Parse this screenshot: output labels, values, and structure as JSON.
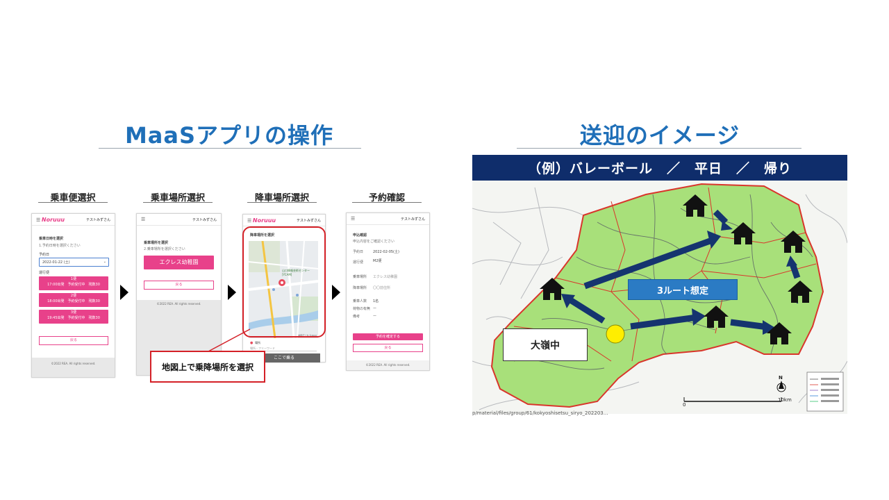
{
  "left": {
    "title": "MaaSアプリの操作",
    "steps": [
      {
        "label": "乗車便選択"
      },
      {
        "label": "乗車場所選択"
      },
      {
        "label": "降車場所選択"
      },
      {
        "label": "予約確認"
      }
    ],
    "callout": "地図上で乗降場所を選択",
    "phone1": {
      "logo": "Noruuu",
      "user": "テストみずさん",
      "heading": "乗車日時を選択",
      "hint": "1.予約日時を選択ください",
      "date_label": "予約日",
      "date_value": "2022-01-22 (土)",
      "bins_label": "運行便",
      "bins": [
        {
          "name": "1便",
          "detail": "17:00出発　予約受付中　残数30"
        },
        {
          "name": "2便",
          "detail": "18:00出発　予約受付中　残数30"
        },
        {
          "name": "3便",
          "detail": "19:45出発　予約受付中　残数30"
        }
      ],
      "back": "戻る",
      "footer": "©2022 REA. All rights reserved."
    },
    "phone2": {
      "user": "テストみずさん",
      "heading": "乗車場所を選択",
      "hint": "2.乗車場所を選択ください",
      "stop_button": "エクレス幼稚園",
      "back": "戻る",
      "footer": "©2022 REA. All rights reserved."
    },
    "phone3": {
      "logo": "Noruuu",
      "user": "テストみずさん",
      "heading": "降車場所を選択",
      "poi": "山口情報芸術センター[YCAM]",
      "map_credit": "地図データ ©2022",
      "place_label": "場所",
      "place": "場所・フリーワード",
      "confirm": "ここで乗る"
    },
    "phone4": {
      "user": "テストみずさん",
      "heading": "申込確認",
      "hint": "申込内容をご確認ください",
      "rows": [
        {
          "k": "予約日",
          "v": "2022-02-05(土)"
        },
        {
          "k": "運行便",
          "v": "M2便"
        },
        {
          "k": "乗車場所",
          "v": "エクレス幼稚園"
        },
        {
          "k": "降車場所",
          "v": "〇〇前住所"
        },
        {
          "k": "乗車人数",
          "v": "1名"
        },
        {
          "k": "荷物の有無",
          "v": "ー"
        },
        {
          "k": "備考",
          "v": "ー"
        }
      ],
      "submit": "予約を確定する",
      "back": "戻る",
      "footer": "©2022 REA. All rights reserved."
    }
  },
  "right": {
    "title": "送迎のイメージ",
    "banner": "（例）バレーボール　／　平日　／　帰り",
    "route_label": "3ルート想定",
    "school_label": "大嶺中",
    "scale_zero": "0",
    "scale_end": "10km",
    "north": "N",
    "source_url": "p/material/files/group/61/kokyoshisetsu_siryo_202203..."
  },
  "colors": {
    "title_blue": "#1f6fb8",
    "banner_navy": "#0f2d6b",
    "app_pink": "#e8418a",
    "callout_red": "#d42027",
    "route_arrow": "#15346f",
    "map_green": "#a8e07a",
    "boundary_red": "#d9352b"
  }
}
